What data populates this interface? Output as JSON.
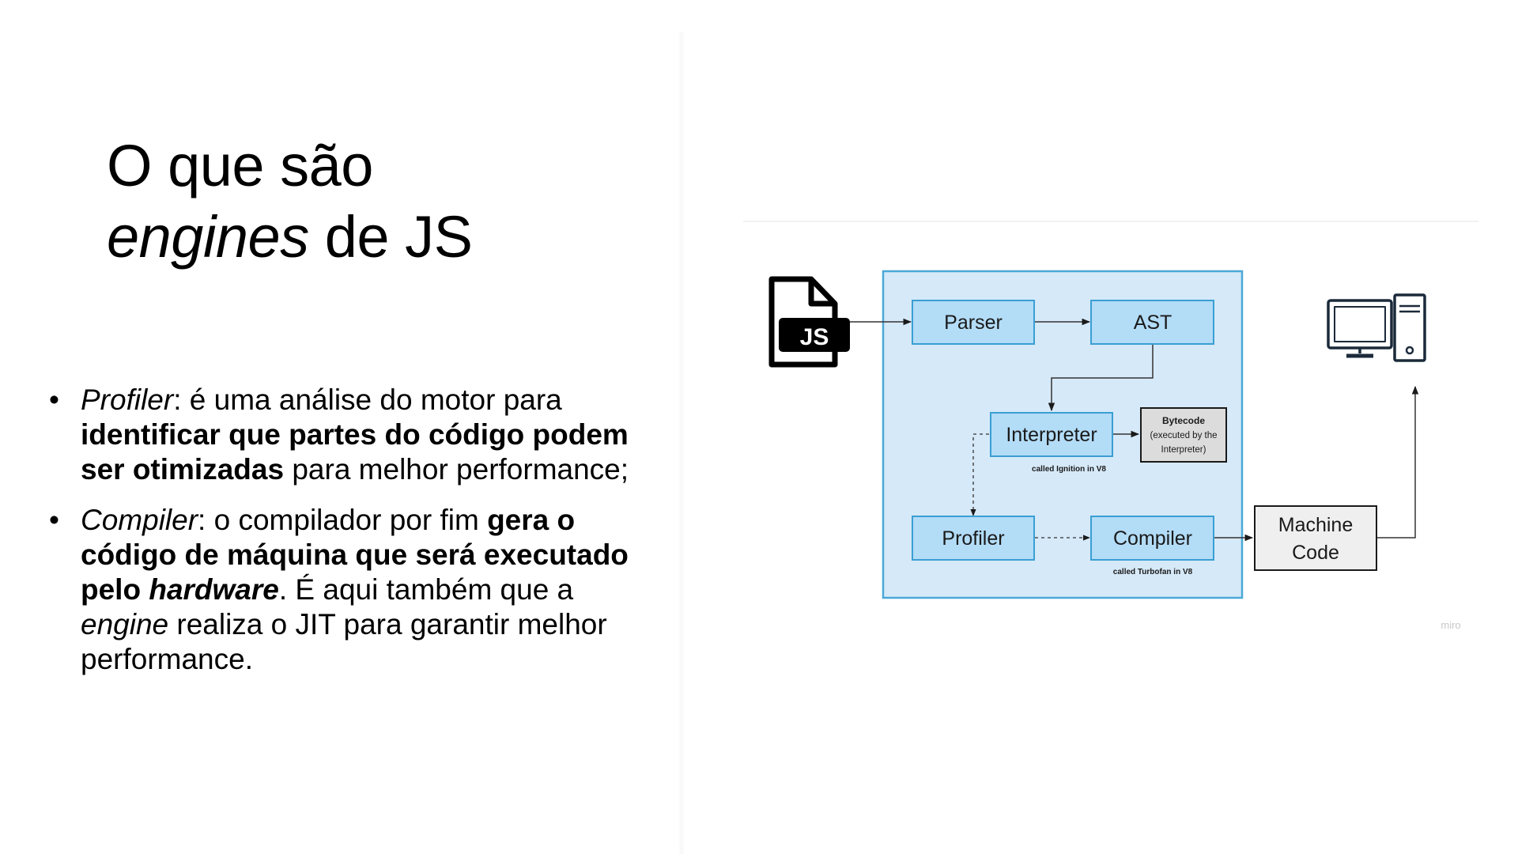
{
  "slide": {
    "title_line1": "O que são",
    "title_line2_italic": "engines",
    "title_line2_rest": " de JS"
  },
  "bullets": [
    {
      "marker": "•",
      "p1_italic": "Profiler",
      "p2": ": é uma análise do motor para ",
      "p3_bold": "identificar que partes do código podem ser otimizadas",
      "p4": " para melhor performance;"
    },
    {
      "marker": "•",
      "p1_italic": "Compiler",
      "p2": ": o compilador por fim ",
      "p3_bold": "gera o código de máquina que será executado pelo ",
      "p4_bold_italic": "hardware",
      "p5": ". É aqui também que a ",
      "p6_italic": "engine",
      "p7": " realiza o JIT para garantir melhor performance."
    }
  ],
  "diagram": {
    "js_file_label": "JS",
    "parser": "Parser",
    "ast": "AST",
    "interpreter": "Interpreter",
    "interpreter_caption": "called Ignition in V8",
    "bytecode_title": "Bytecode",
    "bytecode_line2": "(executed by the",
    "bytecode_line3": "Interpreter)",
    "profiler": "Profiler",
    "compiler": "Compiler",
    "compiler_caption": "called Turbofan in V8",
    "machine_code_line1": "Machine",
    "machine_code_line2": "Code",
    "watermark": "miro",
    "icons": [
      "js-file-icon",
      "computer-icon"
    ],
    "colors": {
      "engine_box_fill": "#d6e9f8",
      "engine_box_stroke": "#4aa8d8",
      "node_fill": "#b3dcf7",
      "node_stroke": "#3a9fd3",
      "bytecode_fill": "#dcdcdc",
      "machine_fill": "#efefef",
      "dark": "#1a1a1a"
    }
  }
}
